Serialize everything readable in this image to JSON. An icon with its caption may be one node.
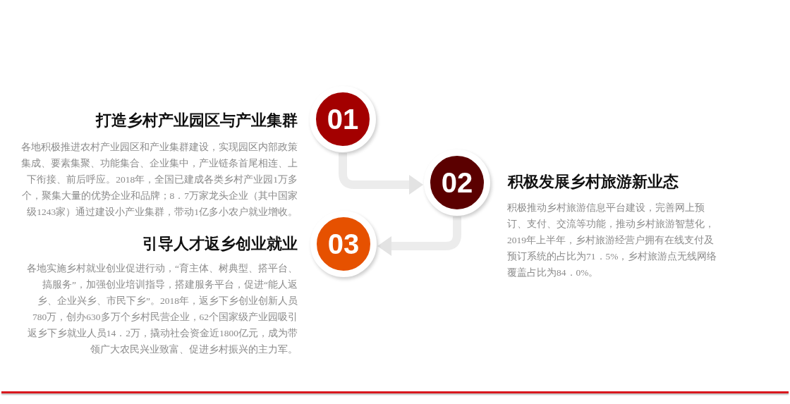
{
  "diagram": {
    "nodes": [
      {
        "text": [
          "01"
        ],
        "beside": [
          "打造乡村产业园区与产业集群",
          "各地积极推进农村产业园区和产业集群建设，实现园区内部政策集成、要素集聚、功能集合、企业集中，产业链条首尾相连、上下衔接、前后呼应。2018年，全国已建成各类乡村产业园1万多个，聚集大量的优势企业和品牌；8．7万家龙头企业（其中国家级1243家）通过建设小产业集群，带动1亿多小农户就业增收。"
        ]
      },
      {
        "text": [
          "02"
        ],
        "beside": [
          "积极发展乡村旅游新业态",
          "积极推动乡村旅游信息平台建设，完善网上预订、支付、交流等功能，推动乡村旅游智慧化，2019年上半年，乡村旅游经营户拥有在线支付及预订系统的占比为71．5%，乡村旅游点无线网络覆盖占比为84．0%。"
        ]
      },
      {
        "text": [
          "03"
        ],
        "beside": [
          "引导人才返乡创业就业",
          "各地实施乡村就业创业促进行动，“育主体、树典型、搭平台、搞服务”，加强创业培训指导，搭建服务平台，促进“能人返乡、企业兴乡、市民下乡”。2018年，返乡下乡创业创新人员780万，创办630多万个乡村民营企业，62个国家级产业园吸引返乡下乡就业人员14．2万，撬动社会资金近1800亿元，成为带领广大农民兴业致富、促进乡村振兴的主力军。"
        ]
      }
    ],
    "edges": [
      {
        "from": 0,
        "to": 1,
        "arrow": "to"
      },
      {
        "from": 1,
        "to": 2,
        "arrow": "to"
      }
    ]
  }
}
